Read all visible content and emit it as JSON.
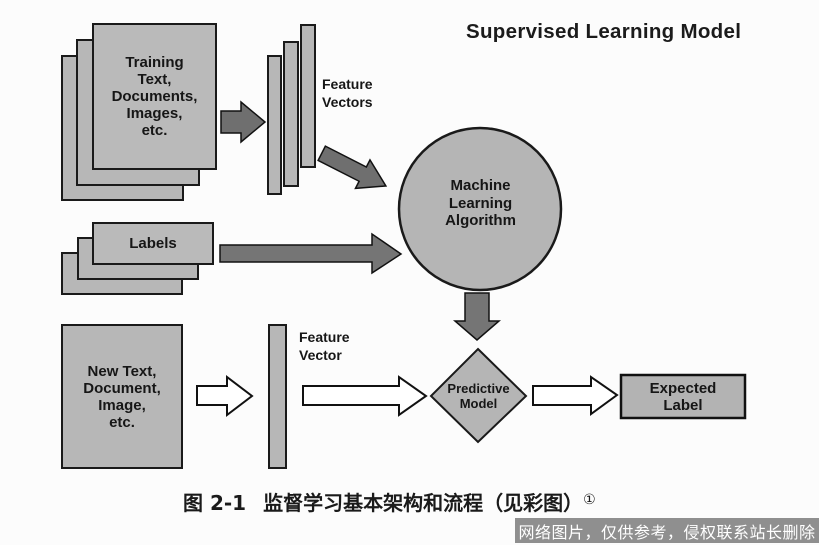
{
  "title": "Supervised Learning Model",
  "diagram": {
    "training_stack": {
      "label": "Training\nText,\nDocuments,\nImages,\netc."
    },
    "feature_vectors": {
      "label": "Feature\nVectors"
    },
    "labels_stack": {
      "label": "Labels"
    },
    "ml_algorithm": {
      "label": "Machine\nLearning\nAlgorithm"
    },
    "new_input": {
      "label": "New Text,\nDocument,\nImage,\netc."
    },
    "feature_vector": {
      "label": "Feature\nVector"
    },
    "predictive_model": {
      "label": "Predictive\nModel"
    },
    "expected_label": {
      "label": "Expected\nLabel"
    }
  },
  "caption": {
    "figure_number": "图 2-1",
    "text": "监督学习基本架构和流程（见彩图）",
    "footnote_mark": "①"
  },
  "watermark": {
    "text": "网络图片，仅供参考，侵权联系站长删除"
  },
  "colors": {
    "shape_fill": "#b7b7b7",
    "dark_arrow_fill": "#6f6f6f",
    "outline": "#1a1a1a",
    "white_arrow_fill": "#ffffff",
    "watermark_bg": "#8f8f8f",
    "watermark_text": "#ffffff"
  }
}
